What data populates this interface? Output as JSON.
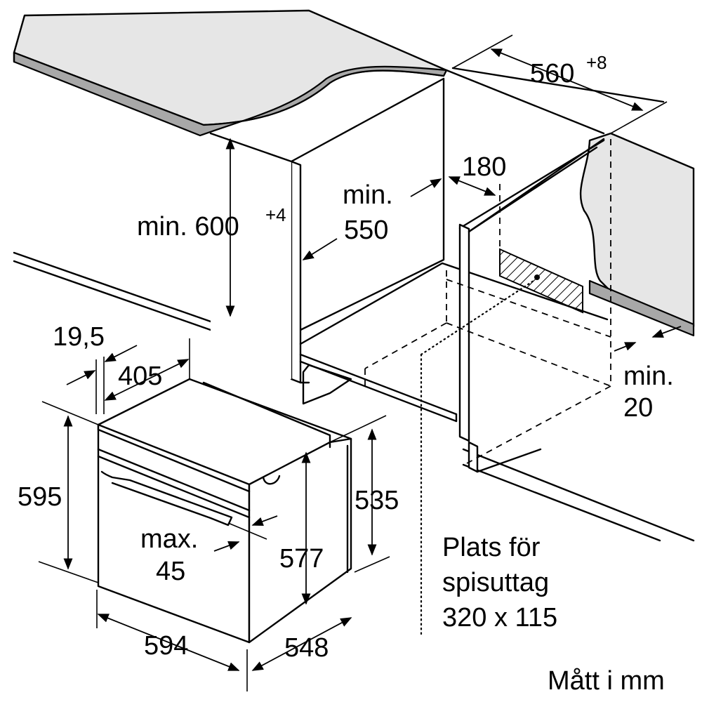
{
  "dimensions": {
    "niche_width": "560",
    "niche_width_tol": "+8",
    "niche_height_prefix": "min. 600",
    "niche_height_tol": "+4",
    "depth_line1": "min.",
    "depth_line2": "550",
    "socket_offset": "180",
    "rear_gap_line1": "min.",
    "rear_gap_line2": "20",
    "front_overhang": "19,5",
    "top_depth": "405",
    "oven_height": "595",
    "body_height": "535",
    "inner_height": "577",
    "max_line1": "max.",
    "max_line2": "45",
    "oven_width": "594",
    "oven_depth": "548"
  },
  "socket_note": {
    "line1": "Plats för",
    "line2": "spisuttag",
    "line3": "320 x 115"
  },
  "units_note": "Mått i mm",
  "colors": {
    "line": "#000000",
    "worktop": "#e6e6e6",
    "edge": "#a8a8a8",
    "background": "#ffffff"
  }
}
